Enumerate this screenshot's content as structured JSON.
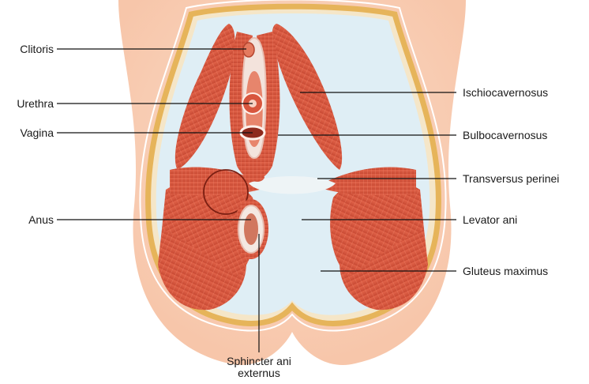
{
  "labels": {
    "clitoris": "Clitoris",
    "urethra": "Urethra",
    "vagina": "Vagina",
    "anus": "Anus",
    "ischiocavernosus": "Ischiocavernosus",
    "bulbocavernosus": "Bulbocavernosus",
    "transversus_perinei": "Transversus perinei",
    "levator_ani": "Levator ani",
    "gluteus_maximus": "Gluteus maximus",
    "sphincter_line1": "Sphincter ani",
    "sphincter_line2": "externus"
  },
  "colors": {
    "skin": "#f9d3bd",
    "fat": "#e6b45a",
    "muscle": "#d9573f",
    "muscle_dark": "#b8402c",
    "fascia": "#dfeef5",
    "leader": "#111111"
  }
}
